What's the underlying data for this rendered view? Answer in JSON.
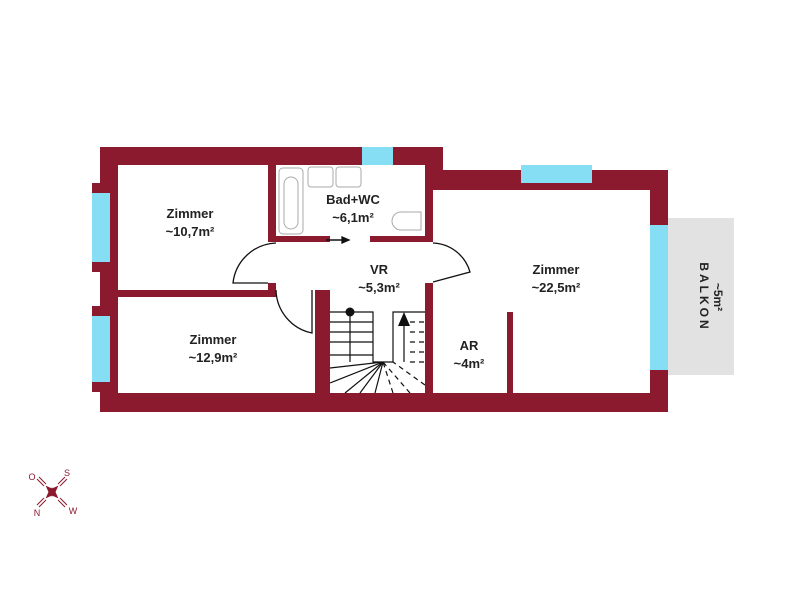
{
  "colors": {
    "wall": "#8b1a2f",
    "window": "#86def5",
    "balcony": "#e2e2e2",
    "text": "#222222"
  },
  "rooms": [
    {
      "name": "Zimmer",
      "area": "~10,7m²"
    },
    {
      "name": "Bad+WC",
      "area": "~6,1m²"
    },
    {
      "name": "VR",
      "area": "~5,3m²"
    },
    {
      "name": "Zimmer",
      "area": "~22,5m²"
    },
    {
      "name": "Zimmer",
      "area": "~12,9m²"
    },
    {
      "name": "AR",
      "area": "~4m²"
    }
  ],
  "balcony": {
    "name": "BALKON",
    "area": "~5m²"
  },
  "compass": {
    "labels": [
      "O",
      "S",
      "N",
      "W"
    ]
  }
}
